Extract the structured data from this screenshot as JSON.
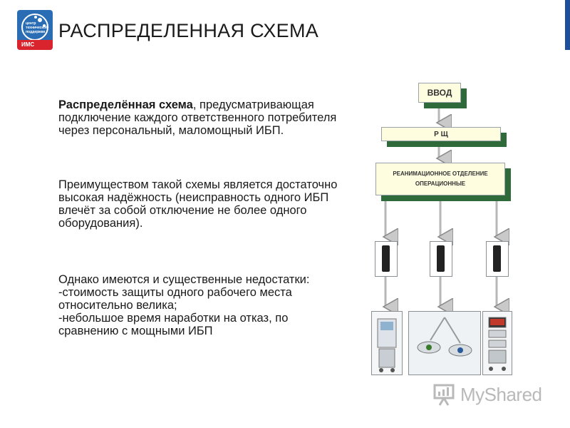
{
  "logo": {
    "small_text": "центр технической поддержки",
    "bar_text": "ИМС"
  },
  "title": "РАСПРЕДЕЛЕННАЯ СХЕМА",
  "paragraphs": {
    "p1_bold": "Распределённая схема",
    "p1_rest": ", предусматривающая подключение каждого ответственного потребителя через персональный, маломощный ИБП.",
    "p2": "Преимуществом такой схемы является достаточно высокая надёжность (неисправность одного ИБП влечёт за собой отключение не более одного оборудования).",
    "p3_line1": "Однако имеются и существенные недостатки:",
    "p3_line2": "-стоимость защиты одного рабочего места относительно велика;",
    "p3_line3": "-небольшое время наработки на отказ, по сравнению с мощными ИБП"
  },
  "diagram": {
    "vvod": "ВВОД",
    "rsch": "Р Щ",
    "rean_line1": "РЕАНИМАЦИОННОЕ ОТДЕЛЕНИЕ",
    "rean_line2": "ОПЕРАЦИОННЫЕ"
  },
  "watermark": "MyShared",
  "colors": {
    "box_fill": "#fffde0",
    "box_shadow": "#2f6b3a",
    "logo_blue": "#2a6db5",
    "logo_red": "#d9232d",
    "right_tab": "#1f4e9a"
  }
}
